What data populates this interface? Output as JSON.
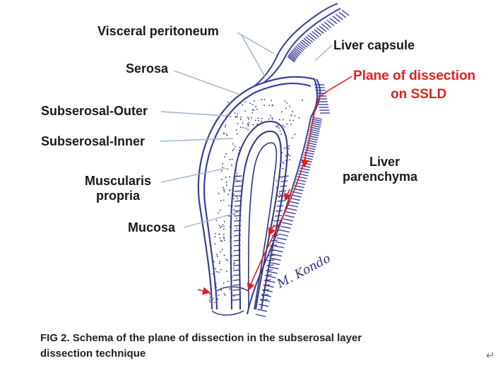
{
  "labels": {
    "visceral_peritoneum": "Visceral peritoneum",
    "serosa": "Serosa",
    "subserosal_outer": "Subserosal-Outer",
    "subserosal_inner": "Subserosal-Inner",
    "muscularis_line1": "Muscularis",
    "muscularis_line2": "propria",
    "mucosa": "Mucosa",
    "liver_capsule": "Liver capsule",
    "plane_line1": "Plane of dissection",
    "plane_line2": "on SSLD",
    "liver_line1": "Liver",
    "liver_line2": "parenchyma",
    "signature": "M. Kondo"
  },
  "caption": {
    "line1": "FIG 2. Schema of the plane of dissection in the subserosal layer",
    "line2": "dissection technique"
  },
  "return_mark": "↵",
  "colors": {
    "outline": "#3a3f9e",
    "inner_wall": "#2f3488",
    "leader": "#9bb3cf",
    "dissection": "#e02020",
    "stipple": "#333a6e"
  }
}
